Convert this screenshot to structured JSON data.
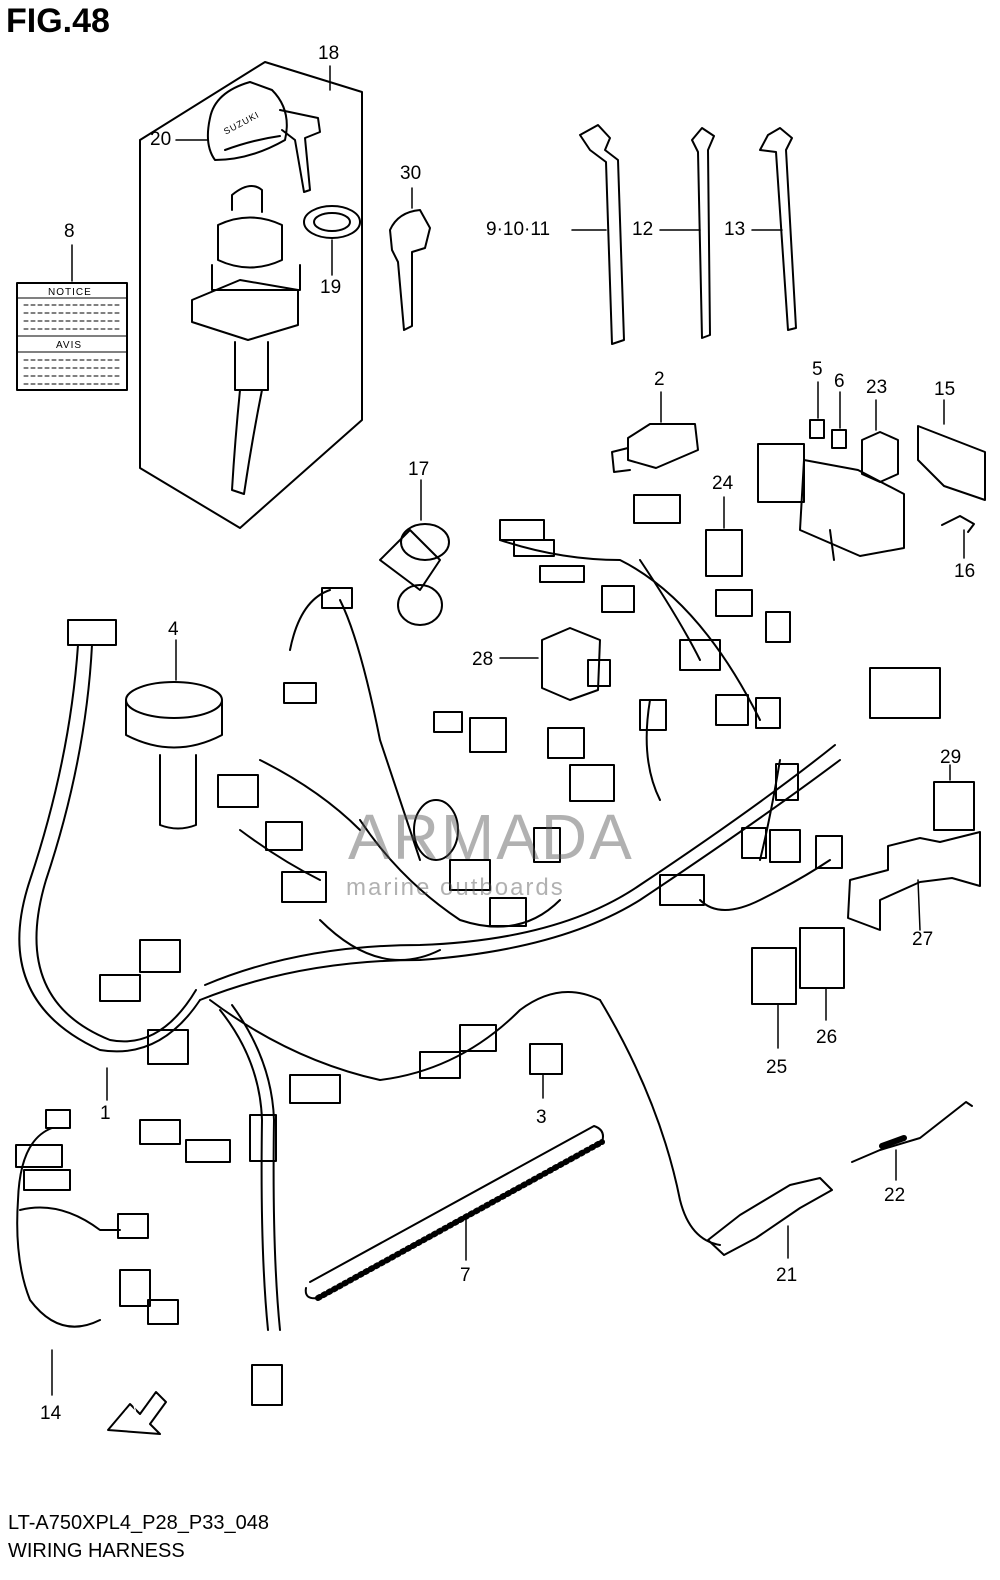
{
  "header": {
    "figure_label": "FIG.48"
  },
  "footer": {
    "model_code": "LT-A750XPL4_P28_P33_048",
    "title": "WIRING HARNESS"
  },
  "callouts": {
    "c1": "1",
    "c2": "2",
    "c3": "3",
    "c4": "4",
    "c5": "5",
    "c6": "6",
    "c7": "7",
    "c8": "8",
    "c9_10_11": "9·10·11",
    "c12": "12",
    "c13": "13",
    "c14": "14",
    "c15": "15",
    "c16": "16",
    "c17": "17",
    "c18": "18",
    "c19": "19",
    "c20": "20",
    "c21": "21",
    "c22": "22",
    "c23": "23",
    "c24": "24",
    "c25": "25",
    "c26": "26",
    "c27": "27",
    "c28": "28",
    "c29": "29",
    "c30": "30"
  },
  "label_sticker": {
    "top": "NOTICE",
    "bottom": "AVIS"
  },
  "key_brand": "SUZUKI",
  "direction_arrow": "FWD",
  "watermark": {
    "brand": "ARMADA",
    "tagline": "marine outboards",
    "color": "#c2185b"
  },
  "colors": {
    "line": "#000000",
    "background": "#ffffff"
  }
}
